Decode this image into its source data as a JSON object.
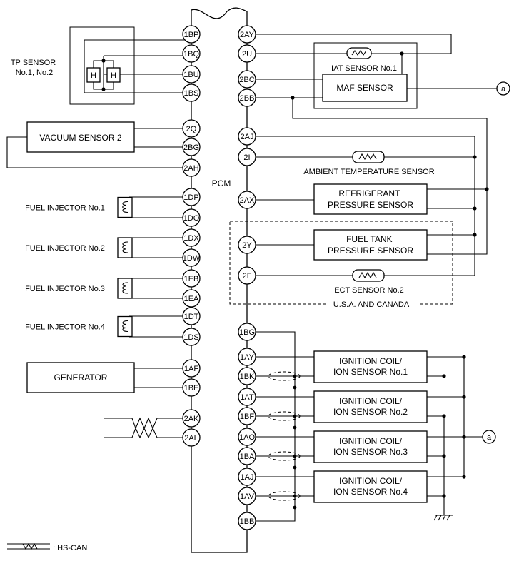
{
  "pcm": {
    "label": "PCM"
  },
  "left_pins": [
    "1BP",
    "1BQ",
    "1BU",
    "1BS",
    "2Q",
    "2BG",
    "2AH",
    "1DP",
    "1DO",
    "1DX",
    "1DW",
    "1EB",
    "1EA",
    "1DT",
    "1DS",
    "1AF",
    "1BE",
    "2AK",
    "2AL"
  ],
  "right_pins": [
    "2AY",
    "2U",
    "2BC",
    "2BB",
    "2AJ",
    "2I",
    "2AX",
    "2Y",
    "2F",
    "1BG",
    "1AY",
    "1BK",
    "1AT",
    "1BF",
    "1AO",
    "1BA",
    "1AJ",
    "1AV",
    "1BB"
  ],
  "components": {
    "tp_sensor": "TP SENSOR\nNo.1, No.2",
    "heater": "H",
    "vacuum_sensor": "VACUUM SENSOR 2",
    "injectors": [
      "FUEL INJECTOR No.1",
      "FUEL INJECTOR No.2",
      "FUEL INJECTOR No.3",
      "FUEL INJECTOR No.4"
    ],
    "generator": "GENERATOR",
    "iat_sensor": "IAT SENSOR No.1",
    "maf_sensor": "MAF SENSOR",
    "ambient_sensor": "AMBIENT TEMPERATURE SENSOR",
    "refrigerant_sensor": "REFRIGERANT\nPRESSURE SENSOR",
    "fuel_tank_sensor": "FUEL TANK\nPRESSURE SENSOR",
    "ect_sensor": "ECT SENSOR No.2",
    "usa_canada": "U.S.A. AND CANADA",
    "ignition_coils": [
      "IGNITION COIL/\nION SENSOR No.1",
      "IGNITION COIL/\nION SENSOR No.2",
      "IGNITION COIL/\nION SENSOR No.3",
      "IGNITION COIL/\nION SENSOR No.4"
    ],
    "connector_a": "a"
  },
  "legend": {
    "hs_can": ": HS-CAN"
  }
}
